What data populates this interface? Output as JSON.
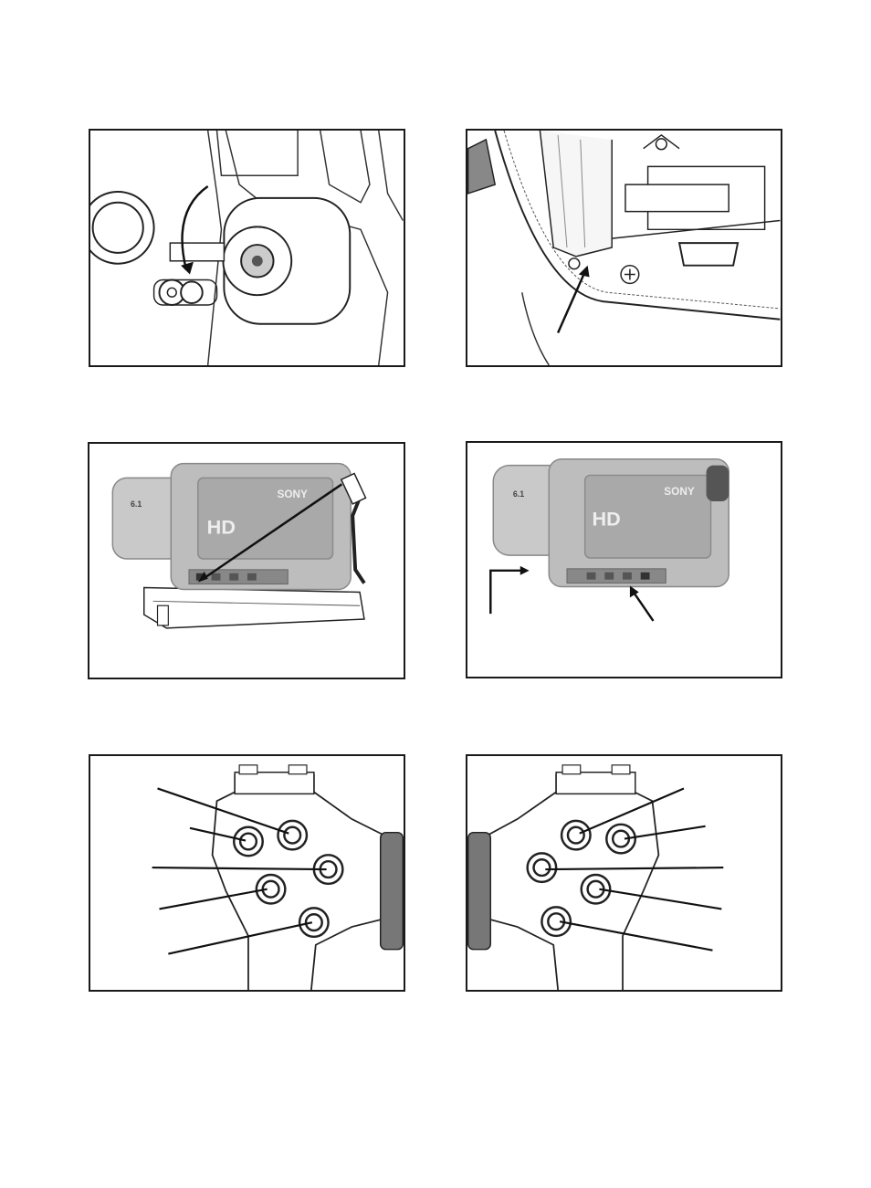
{
  "figures": [
    {
      "id": "fig-1",
      "subject": "lens-cap-knob-rotation"
    },
    {
      "id": "fig-2",
      "subject": "battery-compartment-screw"
    },
    {
      "id": "fig-3",
      "subject": "camcorder-on-dock-with-cable",
      "brand": "SONY",
      "logo": "HD",
      "badge": "6.1"
    },
    {
      "id": "fig-4",
      "subject": "camcorder-side-connectors",
      "brand": "SONY",
      "logo": "HD",
      "badge": "6.1"
    },
    {
      "id": "fig-5",
      "subject": "control-buttons-left"
    },
    {
      "id": "fig-6",
      "subject": "control-buttons-right"
    }
  ],
  "colors": {
    "ink": "#1a1a1a",
    "shade": "#9a9a9a",
    "body": "#b8b8b8",
    "lightShade": "#d6d6d6"
  }
}
